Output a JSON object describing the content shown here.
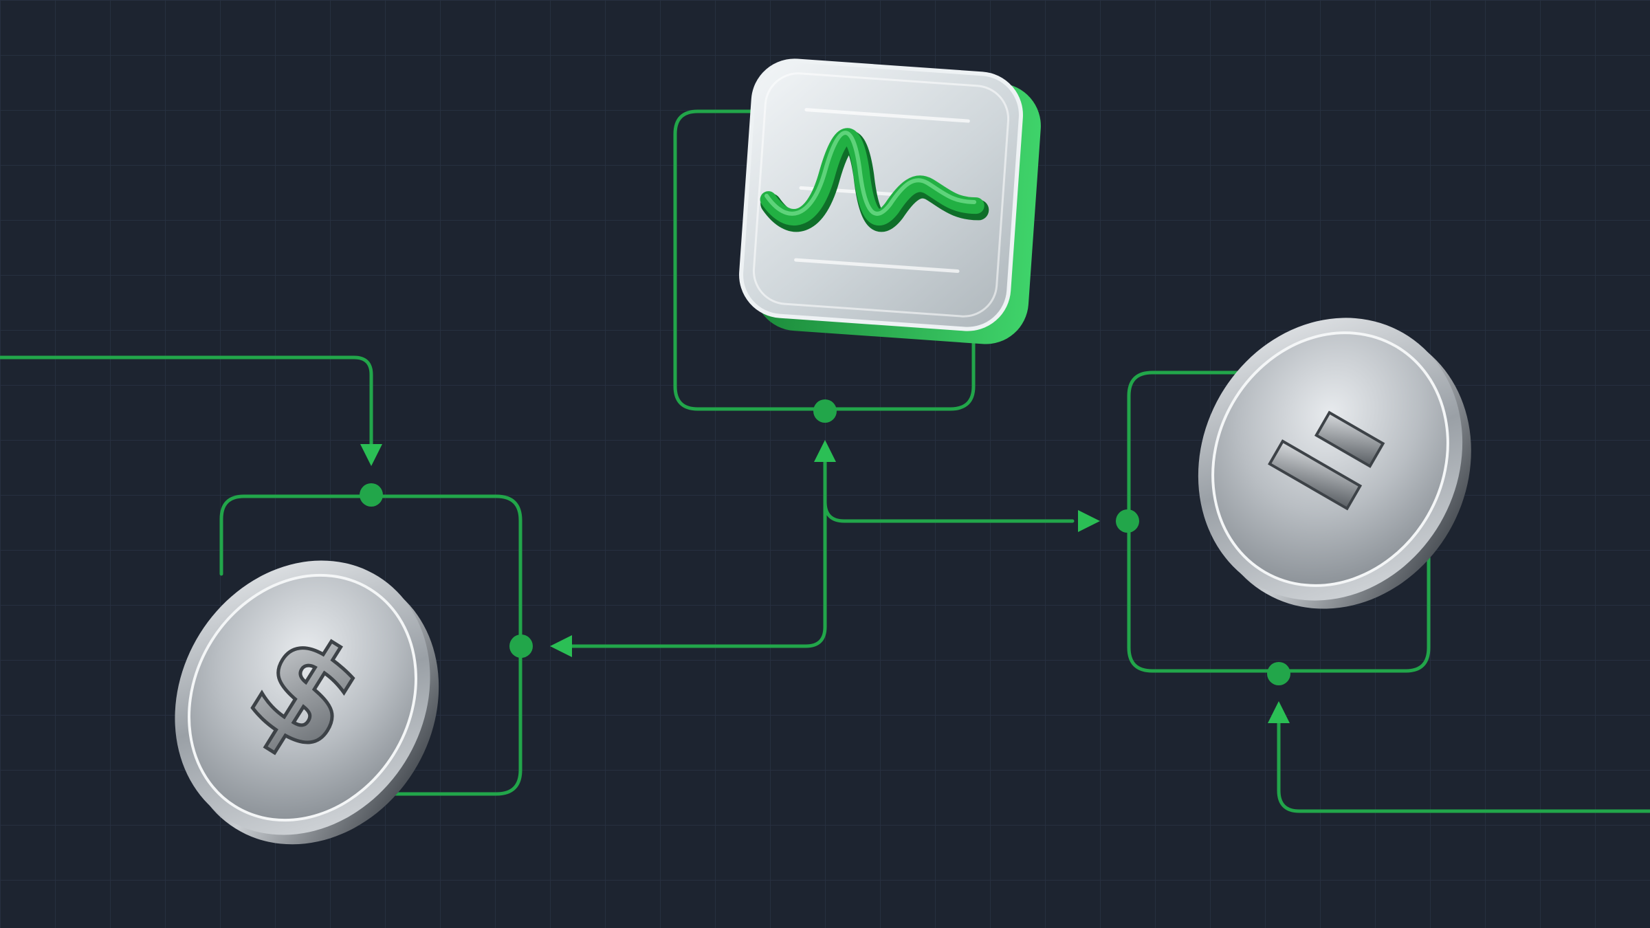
{
  "colors": {
    "background": "#1d2430",
    "grid": "#273040",
    "connector": "#22a64a",
    "arrow": "#2bbf55",
    "silver_light": "#eef1f3",
    "silver_mid": "#b9bec3",
    "silver_dark": "#6d7278",
    "chart_line": "#1fa83e"
  },
  "nodes": [
    {
      "id": "analytics",
      "icon": "waveform-chart-icon"
    },
    {
      "id": "dollar",
      "icon": "dollar-sign-icon"
    },
    {
      "id": "coin2",
      "icon": "two-bars-icon"
    }
  ],
  "edges": [
    {
      "from": "external-left",
      "to": "dollar"
    },
    {
      "from": "dollar",
      "to": "analytics"
    },
    {
      "from": "analytics",
      "to": "dollar"
    },
    {
      "from": "analytics",
      "to": "coin2"
    },
    {
      "from": "external-right",
      "to": "coin2"
    }
  ]
}
